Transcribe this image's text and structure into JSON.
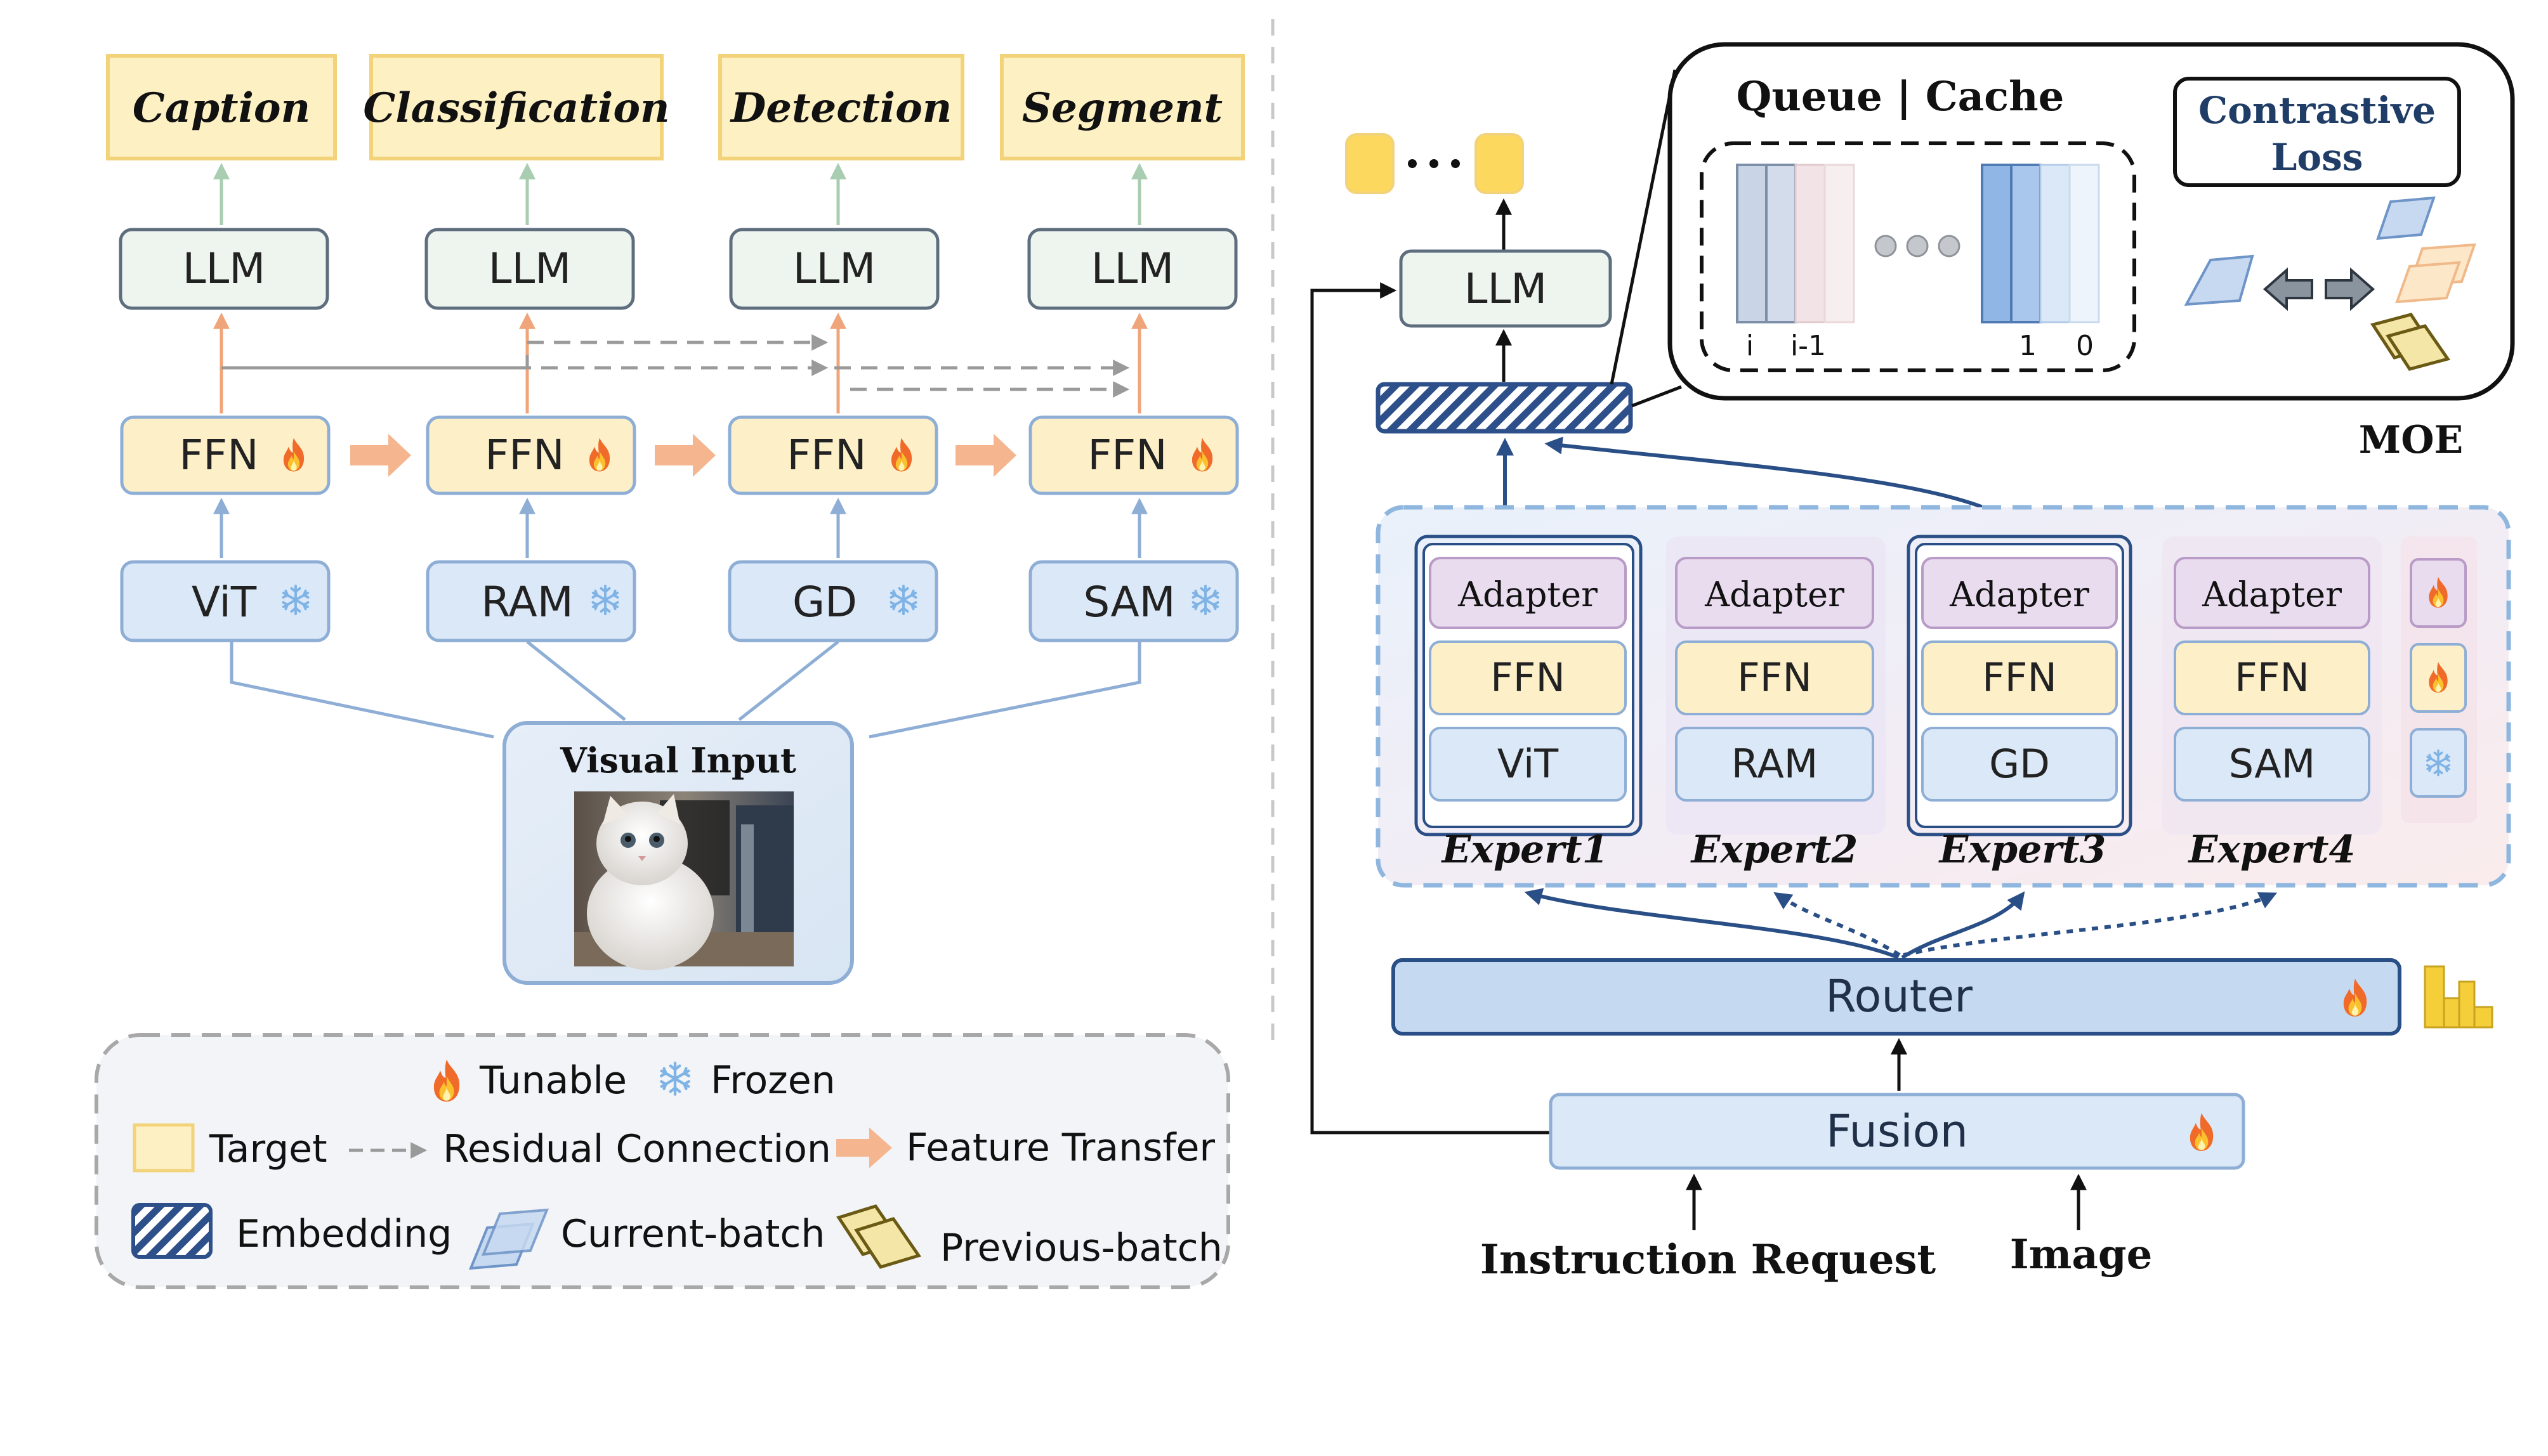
{
  "tasks": [
    "Caption",
    "Classification",
    "Detection",
    "Segment"
  ],
  "llm_label": "LLM",
  "ffn_label": "FFN",
  "left_encoders": [
    "ViT",
    "RAM",
    "GD",
    "SAM"
  ],
  "visual_input": "Visual Input",
  "legend": {
    "tunable": "Tunable",
    "frozen": "Frozen",
    "target": "Target",
    "residual": "Residual Connection",
    "feature_transfer": "Feature Transfer",
    "embedding": "Embedding",
    "current_batch": "Current-batch",
    "previous_batch": "Previous-batch"
  },
  "queue": {
    "title": "Queue | Cache",
    "index_labels": [
      "i",
      "i-1",
      "1",
      "0"
    ],
    "contrastive": [
      "Contrastive",
      "Loss"
    ],
    "moe": "MOE"
  },
  "experts": [
    {
      "adapter": "Adapter",
      "ffn": "FFN",
      "encoder": "ViT",
      "name": "Expert1"
    },
    {
      "adapter": "Adapter",
      "ffn": "FFN",
      "encoder": "RAM",
      "name": "Expert2"
    },
    {
      "adapter": "Adapter",
      "ffn": "FFN",
      "encoder": "GD",
      "name": "Expert3"
    },
    {
      "adapter": "Adapter",
      "ffn": "FFN",
      "encoder": "SAM",
      "name": "Expert4"
    }
  ],
  "router": "Router",
  "fusion": "Fusion",
  "inputs": {
    "instruction": "Instruction Request",
    "image": "Image"
  },
  "icons": {
    "tunable": "fire-icon",
    "frozen": "snowflake-icon",
    "distribution": "bar-chart-icon"
  },
  "colors": {
    "target_fill": "#fdf1c4",
    "target_stroke": "#f2d37a",
    "llm_fill": "#eef5ef",
    "llm_stroke": "#5e6e7e",
    "ffn_fill": "#fdf0c9",
    "encoder_fill": "#dbe8f7",
    "encoder_stroke": "#8eaed6",
    "adapter_fill": "#e9dcef",
    "router_fill": "#c5daf0",
    "embedding": "#2d4f8a",
    "orange_arrow": "#f4b58f"
  }
}
